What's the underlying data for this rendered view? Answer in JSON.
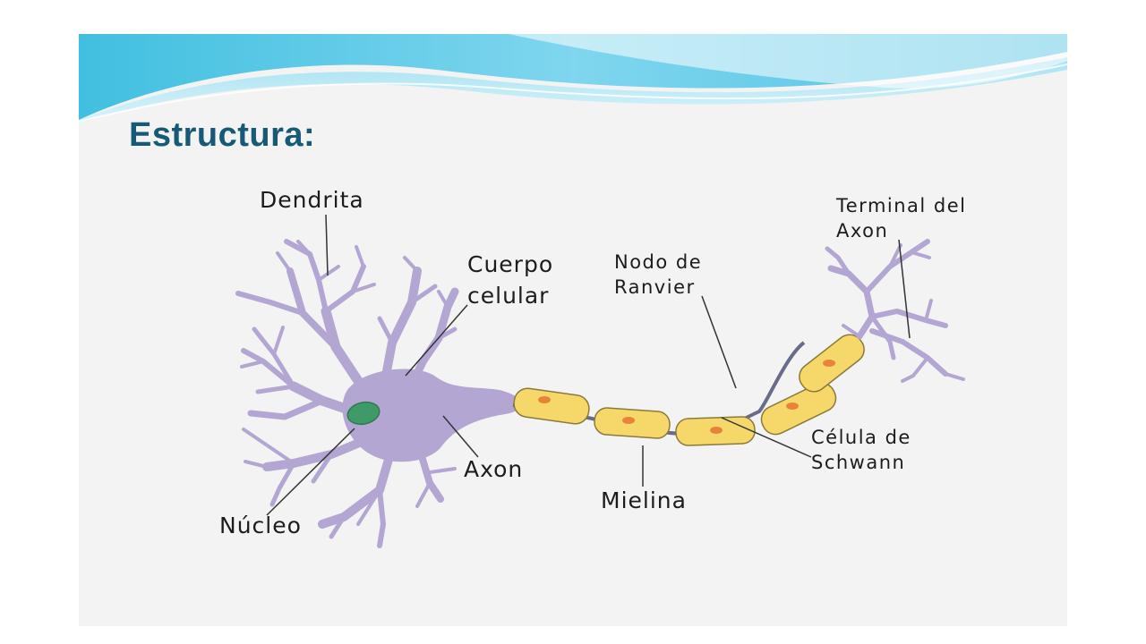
{
  "slide": {
    "title": "Estructura:",
    "colors": {
      "title": "#175a76",
      "banner": "#5cc6e3",
      "neuron": "#b3a6d2",
      "myelin": "#f6d86a",
      "nucleus": "#3f9a67"
    }
  },
  "labels": {
    "dendrita": "Dendrita",
    "cuerpo_1": "Cuerpo",
    "cuerpo_2": "celular",
    "nodo_1": "Nodo de",
    "nodo_2": "Ranvier",
    "terminal_1": "Terminal del",
    "terminal_2": "Axon",
    "axon": "Axon",
    "mielina": "Mielina",
    "celula_1": "Célula de",
    "celula_2": "Schwann",
    "nucleo": "Núcleo"
  }
}
